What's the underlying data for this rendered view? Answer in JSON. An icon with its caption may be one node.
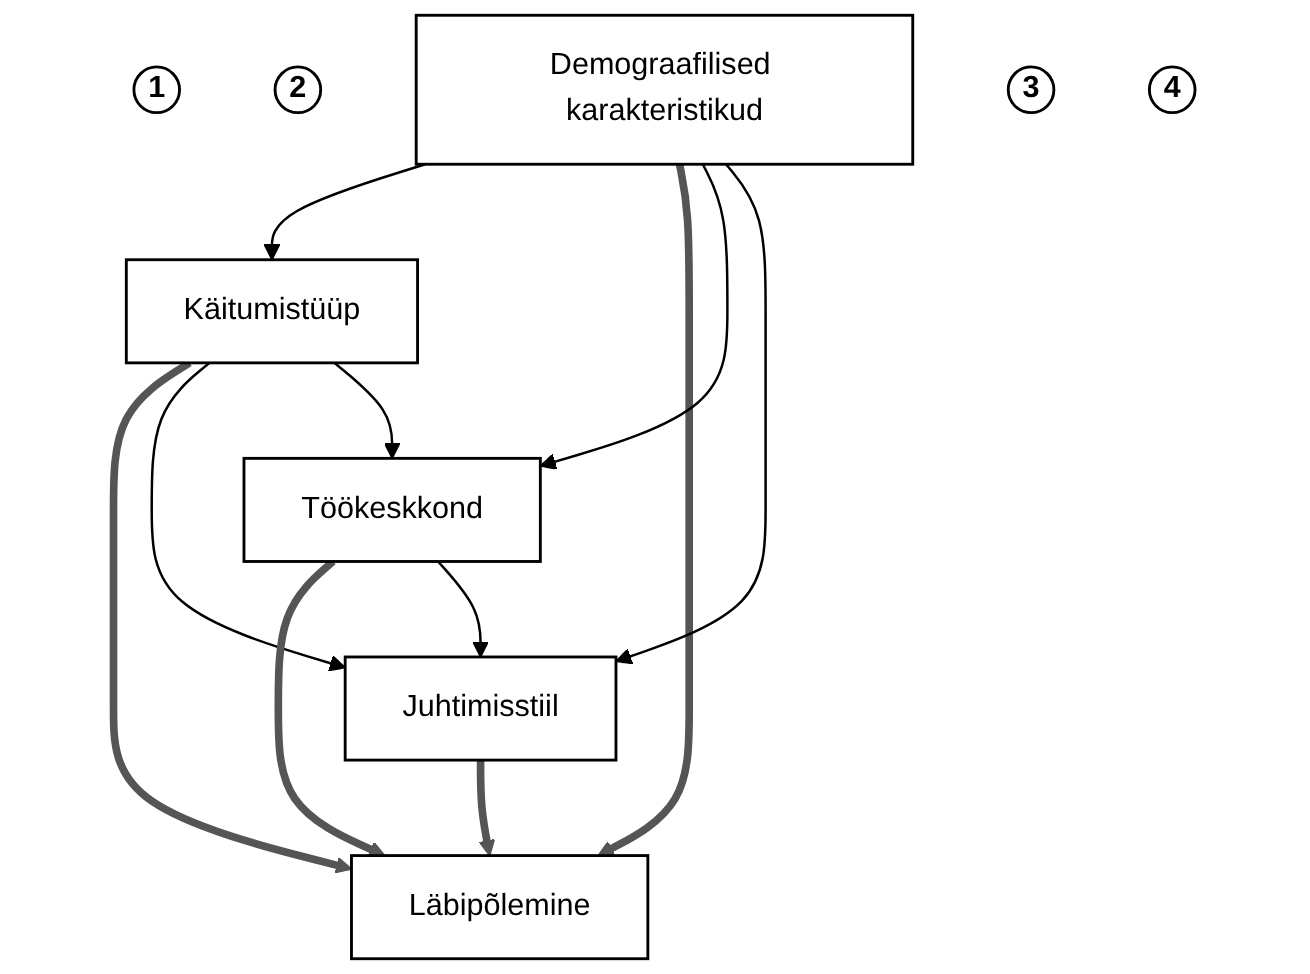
{
  "diagram": {
    "nodes": [
      {
        "text": [
          "1"
        ]
      },
      {
        "text": [
          "2"
        ]
      },
      {
        "text": [
          "Demograafilised karakteristikud"
        ]
      },
      {
        "text": [
          "Käitumistüüp"
        ]
      },
      {
        "text": [
          "3"
        ]
      },
      {
        "text": [
          "Töökeskkond"
        ]
      },
      {
        "text": [
          "Läbipõlemine"
        ]
      },
      {
        "text": [
          "4"
        ]
      },
      {
        "text": [
          "Juhtimisstiil"
        ]
      }
    ],
    "edges": [
      {
        "from": 2,
        "to": 3,
        "arrow": "to"
      },
      {
        "from": 2,
        "to": 6,
        "arrow": "to",
        "style": "thick"
      },
      {
        "from": 2,
        "to": 5,
        "arrow": "to"
      },
      {
        "from": 2,
        "to": 8,
        "arrow": "to"
      },
      {
        "from": 3,
        "to": 6,
        "arrow": "to",
        "style": "thick"
      },
      {
        "from": 3,
        "to": 8,
        "arrow": "to"
      },
      {
        "from": 3,
        "to": 5,
        "arrow": "to"
      },
      {
        "from": 5,
        "to": 6,
        "arrow": "to",
        "style": "thick"
      },
      {
        "from": 5,
        "to": 8,
        "arrow": "to"
      },
      {
        "from": 8,
        "to": 6,
        "arrow": "to",
        "style": "thick"
      }
    ]
  }
}
